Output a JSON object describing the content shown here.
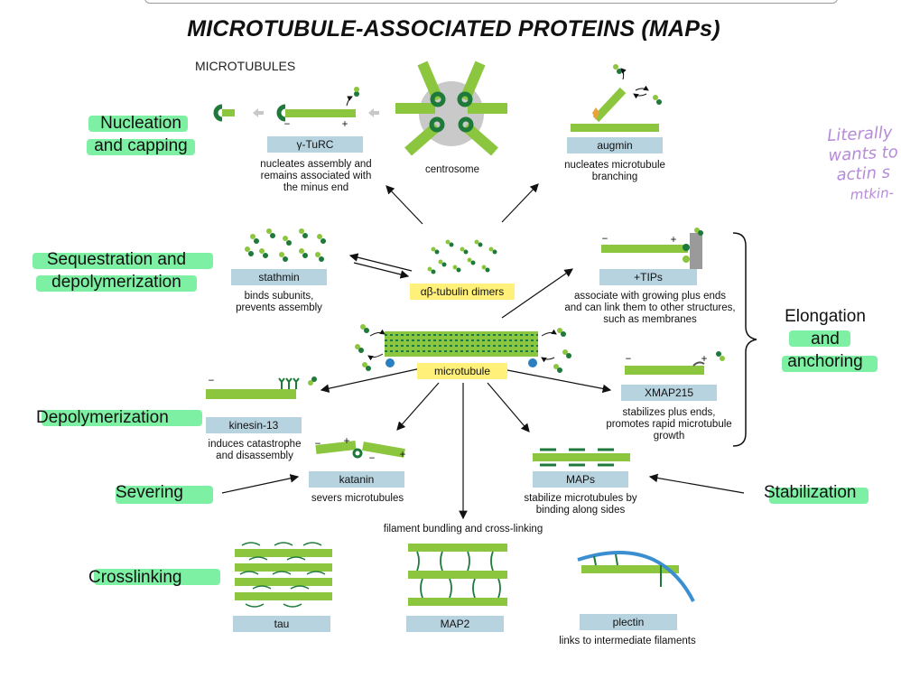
{
  "title": "MICROTUBULE-ASSOCIATED PROTEINS (MAPs)",
  "microtubules_header": "MICROTUBULES",
  "categories": {
    "nucleation": [
      "Nucleation",
      "and capping"
    ],
    "sequestration": [
      "Sequestration and",
      "depolymerization"
    ],
    "elongation": [
      "Elongation",
      "and",
      "anchoring"
    ],
    "depolymerization": "Depolymerization",
    "severing": "Severing",
    "stabilization": "Stabilization",
    "crosslinking": "Crosslinking"
  },
  "proteins": {
    "gamma_turc": {
      "label": "γ-TuRC",
      "desc": [
        "nucleates assembly and",
        "remains associated with",
        "the minus end"
      ]
    },
    "centrosome": {
      "label": "centrosome"
    },
    "augmin": {
      "label": "augmin",
      "desc": [
        "nucleates microtubule",
        "branching"
      ]
    },
    "stathmin": {
      "label": "stathmin",
      "desc": [
        "binds subunits,",
        "prevents assembly"
      ]
    },
    "tubulin_dimers": {
      "label": "αβ-tubulin dimers"
    },
    "tips": {
      "label": "+TIPs",
      "desc": [
        "associate with growing plus ends",
        "and can link them to other structures,",
        "such as membranes"
      ]
    },
    "microtubule": {
      "label": "microtubule"
    },
    "kinesin13": {
      "label": "kinesin-13",
      "desc": [
        "induces catastrophe",
        "and disassembly"
      ]
    },
    "xmap215": {
      "label": "XMAP215",
      "desc": [
        "stabilizes plus ends,",
        "promotes rapid microtubule",
        "growth"
      ]
    },
    "katanin": {
      "label": "katanin",
      "desc": [
        "severs microtubules"
      ]
    },
    "maps": {
      "label": "MAPs",
      "desc": [
        "stabilize microtubules by",
        "binding along sides"
      ]
    },
    "bundling": {
      "desc": [
        "filament bundling and cross-linking"
      ]
    },
    "tau": {
      "label": "tau"
    },
    "map2": {
      "label": "MAP2"
    },
    "plectin": {
      "label": "plectin",
      "desc": [
        "links to intermediate filaments"
      ]
    }
  },
  "symbols": {
    "minus": "−",
    "plus": "+"
  },
  "handwritten_note": [
    "Literally",
    "wants to",
    "actin s",
    "mtkin-"
  ],
  "colors": {
    "green": "#8cc63f",
    "dark_green": "#1e7a3a",
    "label_blue": "#b8d3e0",
    "label_yellow": "#fff07a",
    "highlight": "#7ef0a3",
    "plectin_blue": "#3b8fd0"
  }
}
